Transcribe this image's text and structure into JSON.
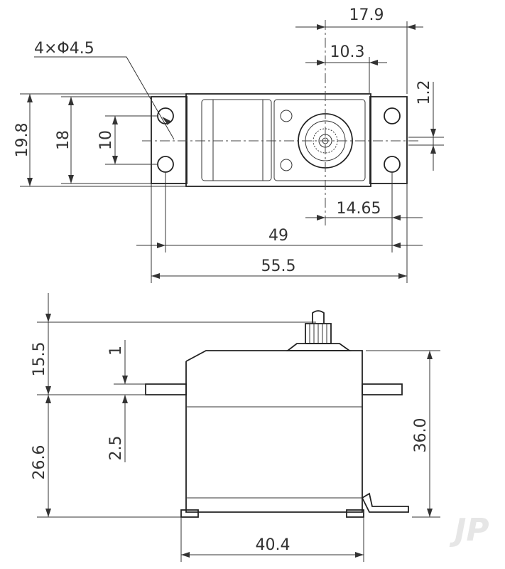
{
  "top_view": {
    "dims": {
      "width_top": "17.9",
      "horn_offset": "10.3",
      "hole_dia": "4×Φ4.5",
      "offset_small": "1.2",
      "height_outer": "19.8",
      "height_inner": "18",
      "hole_spacing_v": "10",
      "horn_to_hole": "14.65",
      "hole_spacing_h": "49",
      "width_overall": "55.5"
    }
  },
  "side_view": {
    "dims": {
      "top_height": "15.5",
      "flange_thk": "1",
      "flange_drop": "2.5",
      "bottom_height": "26.6",
      "overall_height": "36.0",
      "body_width": "40.4"
    }
  },
  "watermark": "JP"
}
